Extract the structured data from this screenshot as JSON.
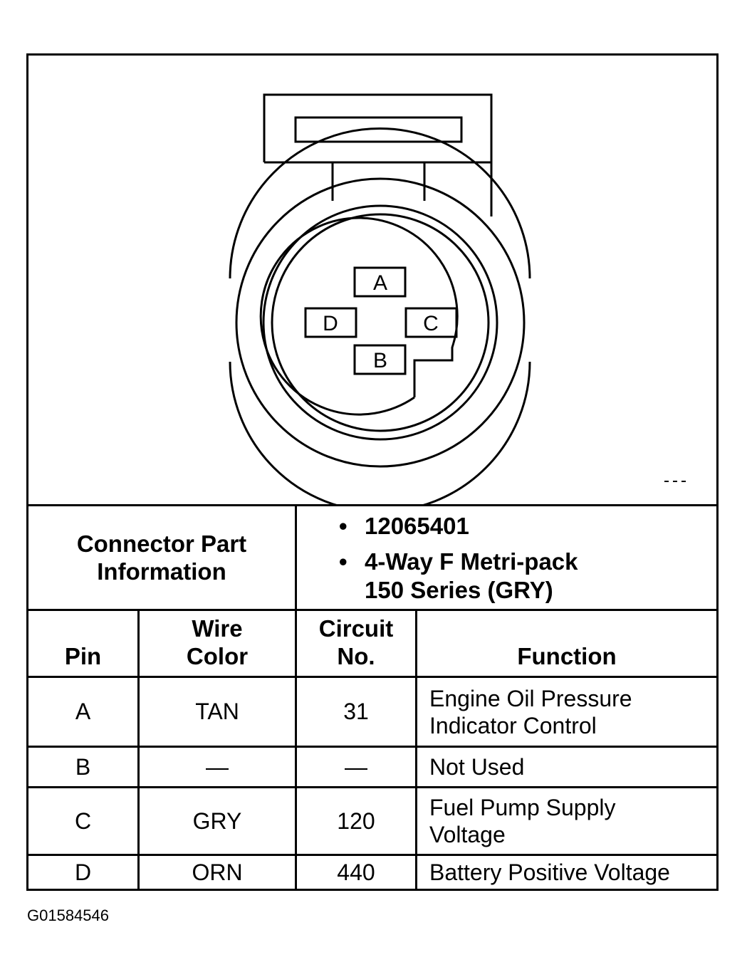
{
  "connector": {
    "pins": {
      "A": "A",
      "B": "B",
      "C": "C",
      "D": "D"
    }
  },
  "part_info": {
    "label": "Connector Part Information",
    "label_line1": "Connector Part",
    "label_line2": "Information",
    "bullet": "•",
    "part_number": "12065401",
    "description_line1": "4-Way F Metri-pack",
    "description_line2": "150 Series (GRY)"
  },
  "table": {
    "headers": {
      "pin": "Pin",
      "wire_color_line1": "Wire",
      "wire_color_line2": "Color",
      "circuit_line1": "Circuit",
      "circuit_line2": "No.",
      "function": "Function"
    },
    "rows": [
      {
        "pin": "A",
        "wire_color": "TAN",
        "circuit": "31",
        "function_line1": "Engine Oil Pressure",
        "function_line2": "Indicator Control"
      },
      {
        "pin": "B",
        "wire_color": "—",
        "circuit": "—",
        "function_line1": "Not Used",
        "function_line2": ""
      },
      {
        "pin": "C",
        "wire_color": "GRY",
        "circuit": "120",
        "function_line1": "Fuel Pump Supply",
        "function_line2": "Voltage"
      },
      {
        "pin": "D",
        "wire_color": "ORN",
        "circuit": "440",
        "function_line1": "Battery Positive Voltage",
        "function_line2": ""
      }
    ]
  },
  "figure_id": "G01584546"
}
